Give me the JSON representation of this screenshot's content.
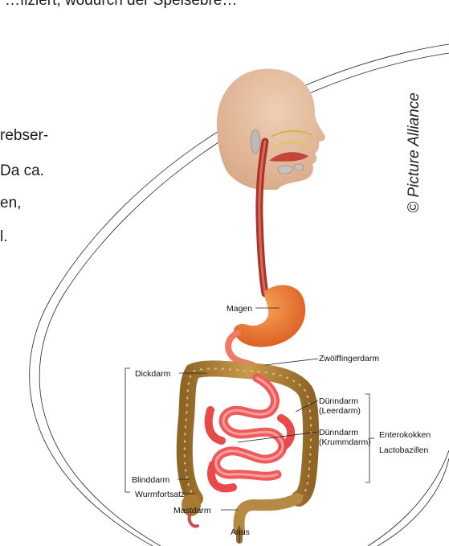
{
  "background_text": {
    "top_line": "…fiziert, wodurch der Speisebre…",
    "left_lines": [
      "rebser-",
      "Da ca.",
      "en,",
      "l."
    ]
  },
  "image_credit": "© Picture Alliance",
  "labels": {
    "magen": "Magen",
    "zwoelffingerdarm": "Zwölffingerdarm",
    "dickdarm": "Dickdarm",
    "duenndarm_leer_1": "Dünndarm",
    "duenndarm_leer_2": "(Leerdarm)",
    "duenndarm_krumm_1": "Dünndarm",
    "duenndarm_krumm_2": "(Krummdarm)",
    "enterokokken": "Enterokokken",
    "lactobazillen": "Lactobazillen",
    "blinddarm": "Blinddarm",
    "wurmfortsatz": "Wurmfortsatz",
    "mastdarm": "Mastdarm",
    "anus": "Anus"
  },
  "colors": {
    "skin": "#e8c2a4",
    "esophagus": "#b23a2c",
    "stomach": "#e8742a",
    "small_intestine": "#ef5a5a",
    "colon": "#b8863a",
    "outline": "#111111"
  }
}
